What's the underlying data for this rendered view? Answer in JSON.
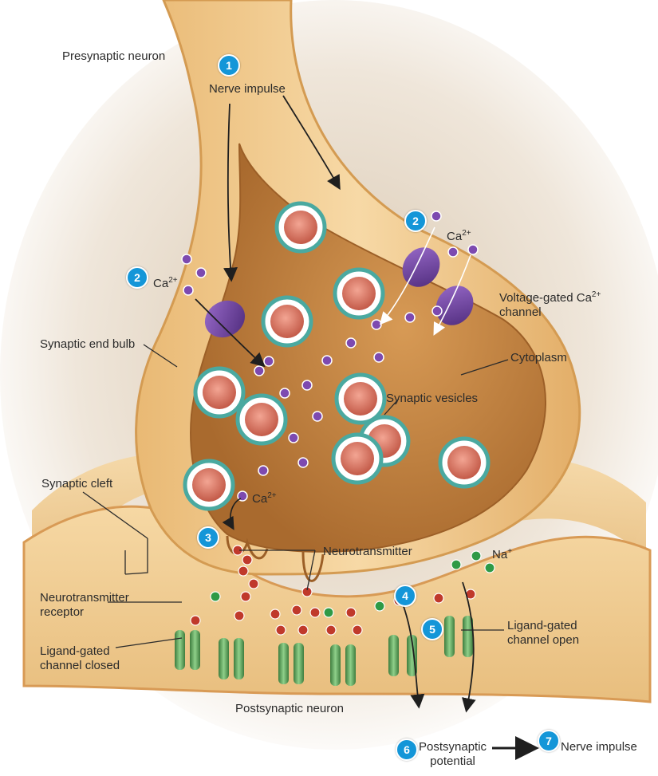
{
  "labels": {
    "presynaptic_neuron": "Presynaptic neuron",
    "nerve_impulse_top": "Nerve impulse",
    "calcium_base": "Ca",
    "calcium_charge": "2+",
    "voltage_gated_channel_line1_base": "Voltage-gated Ca",
    "voltage_gated_channel_line1_charge": "2+",
    "voltage_gated_channel_line2": "channel",
    "synaptic_end_bulb": "Synaptic end bulb",
    "cytoplasm": "Cytoplasm",
    "synaptic_vesicles": "Synaptic vesicles",
    "synaptic_cleft": "Synaptic cleft",
    "neurotransmitter": "Neurotransmitter",
    "sodium_base": "Na",
    "sodium_charge": "+",
    "neurotransmitter_receptor_line1": "Neurotransmitter",
    "neurotransmitter_receptor_line2": "receptor",
    "ligand_gated_closed_line1": "Ligand-gated",
    "ligand_gated_closed_line2": "channel closed",
    "ligand_gated_open_line1": "Ligand-gated",
    "ligand_gated_open_line2": "channel open",
    "postsynaptic_neuron": "Postsynaptic neuron",
    "postsynaptic_potential_line1": "Postsynaptic",
    "postsynaptic_potential_line2": "potential",
    "nerve_impulse_bottom": "Nerve impulse"
  },
  "steps": [
    "1",
    "2",
    "2",
    "3",
    "4",
    "5",
    "6",
    "7"
  ],
  "colors": {
    "membrane": "#f2c98a",
    "cytoplasm": "#c98a45",
    "calcium_ion": "#7d4ab0",
    "vesicle_ring": "#4aa9a0",
    "neurotransmitter": "#c0392b",
    "channel": "#5aa05a",
    "sodium_ion": "#2e9a46",
    "step_badge": "#1496d8"
  }
}
